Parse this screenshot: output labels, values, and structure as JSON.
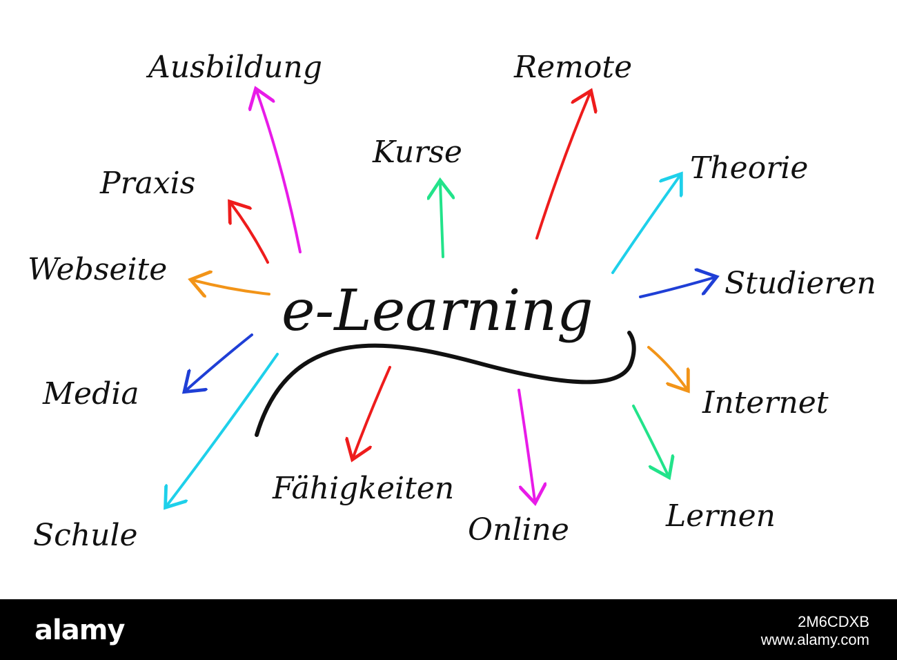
{
  "diagram": {
    "center": "e-Learning",
    "keywords": {
      "ausbildung": "Ausbildung",
      "remote": "Remote",
      "kurse": "Kurse",
      "theorie": "Theorie",
      "praxis": "Praxis",
      "webseite": "Webseite",
      "studieren": "Studieren",
      "media": "Media",
      "internet": "Internet",
      "schule": "Schule",
      "faehigkeiten": "Fähigkeiten",
      "online": "Online",
      "lernen": "Lernen"
    },
    "arrow_colors": {
      "magenta": "#e81be8",
      "red": "#ee1c1c",
      "green": "#22e38a",
      "cyan": "#1ed0ea",
      "orange": "#f29418",
      "blue": "#1f3fd6"
    }
  },
  "watermark": {
    "brand": "alamy",
    "image_id": "2M6CDXB",
    "site": "www.alamy.com"
  }
}
